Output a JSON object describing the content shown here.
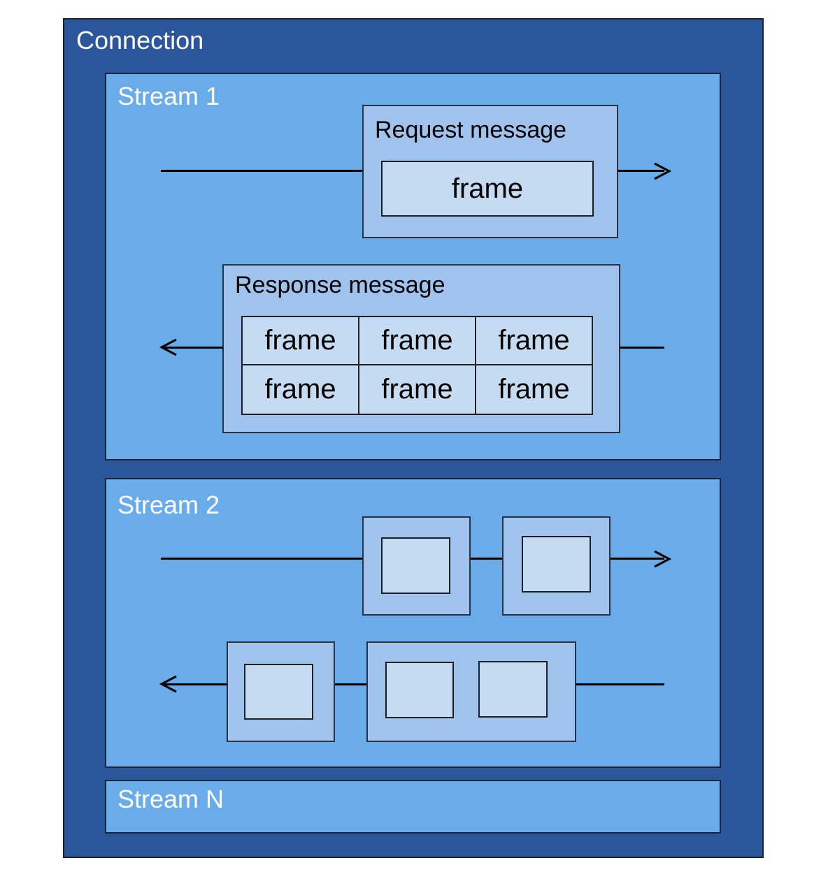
{
  "connection": {
    "label": "Connection",
    "color": "#2b569c"
  },
  "streams": [
    {
      "label": "Stream 1",
      "request": {
        "label": "Request message",
        "frames": [
          "frame"
        ]
      },
      "response": {
        "label": "Response message",
        "frames": [
          "frame",
          "frame",
          "frame",
          "frame",
          "frame",
          "frame"
        ]
      }
    },
    {
      "label": "Stream 2"
    },
    {
      "label": "Stream N"
    }
  ],
  "colors": {
    "stream": "#6aabea",
    "message": "#a0c3ee",
    "frame": "#c5dbf2"
  }
}
